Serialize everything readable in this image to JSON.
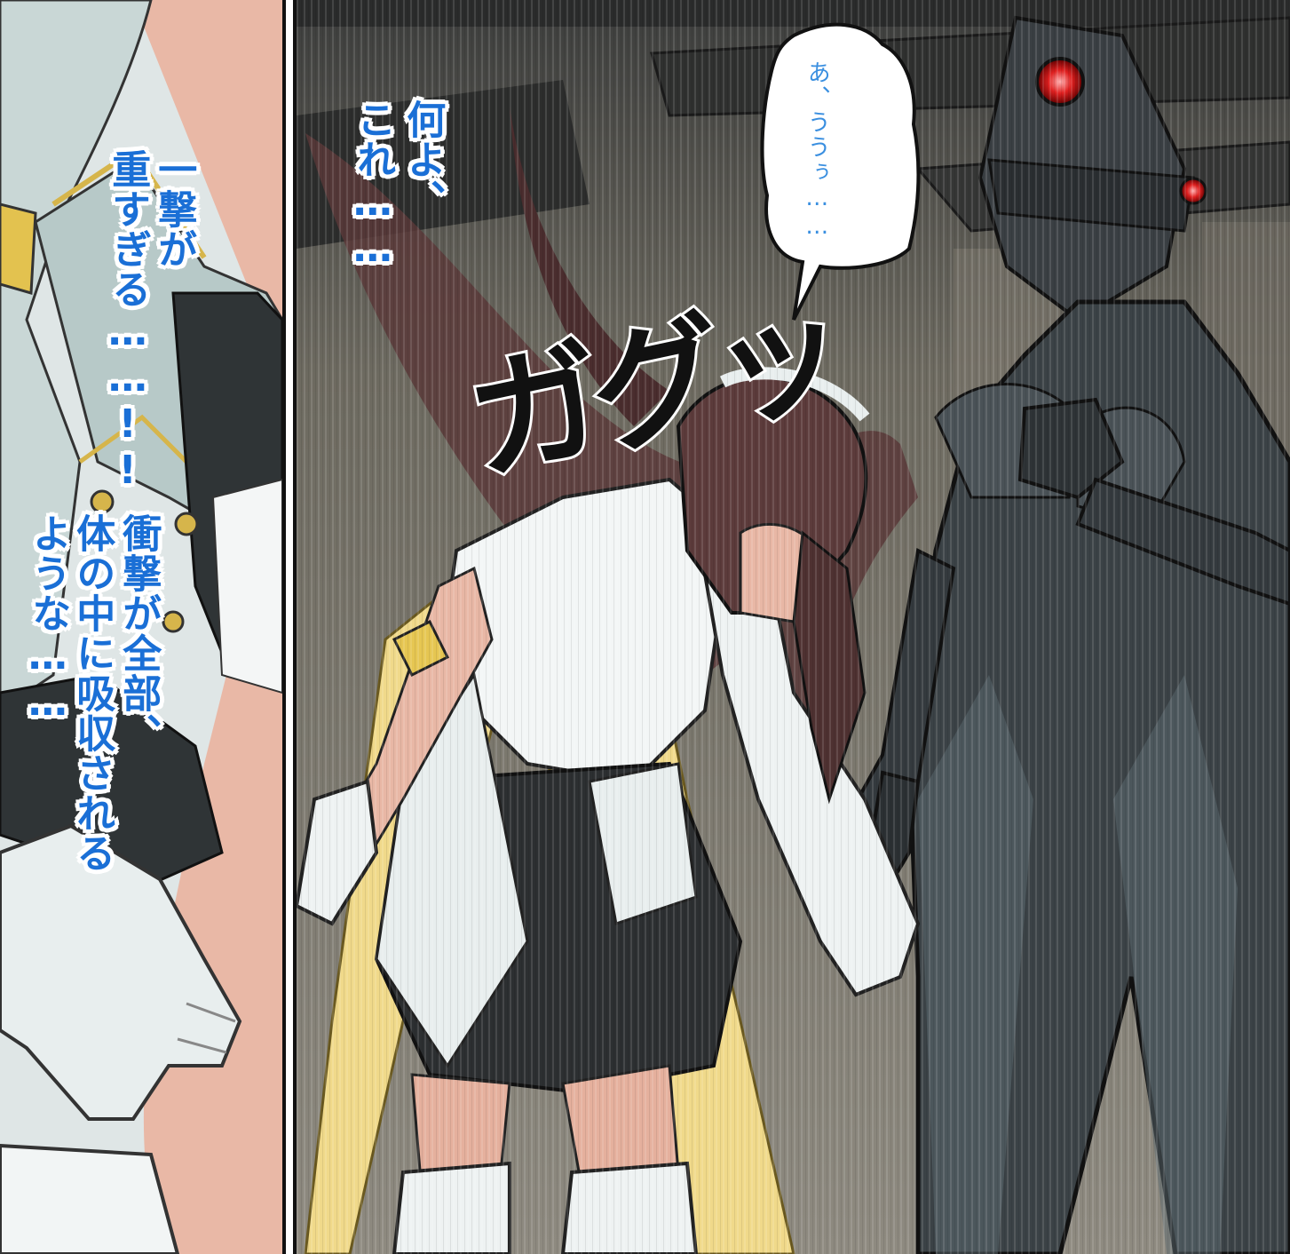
{
  "panels": {
    "left": {
      "narration_line_1": "一撃が",
      "narration_line_2": "重すぎる……!!",
      "narration_line_3": "衝撃が全部、",
      "narration_line_4": "体の中に吸収される",
      "narration_line_5": "ような……"
    },
    "right": {
      "thought_line_1": "何よ、",
      "thought_line_2": "これ……",
      "bubble_text": "あ、ううぅ……",
      "sound_effect": "ガグッ"
    }
  },
  "colors": {
    "narration_text": "#1a6fd6",
    "bubble_text": "#3a8fe0",
    "panel_border": "#111111"
  }
}
